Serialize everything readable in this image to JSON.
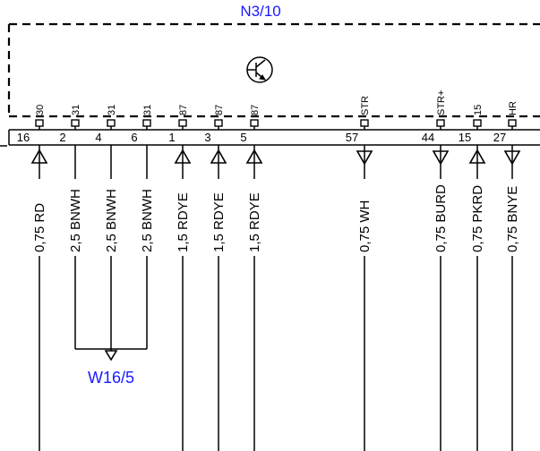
{
  "component": {
    "name": "N3/10"
  },
  "splice": {
    "name": "W16/5"
  },
  "pins": [
    {
      "id": "30",
      "num": "16",
      "wire": "0,75 RD",
      "dir": "up"
    },
    {
      "id": "31",
      "num": "2",
      "wire": "2,5 BNWH",
      "dir": "none"
    },
    {
      "id": "31",
      "num": "4",
      "wire": "2,5 BNWH",
      "dir": "none"
    },
    {
      "id": "31",
      "num": "6",
      "wire": "2,5 BNWH",
      "dir": "none"
    },
    {
      "id": "87",
      "num": "1",
      "wire": "1,5 RDYE",
      "dir": "up"
    },
    {
      "id": "87",
      "num": "3",
      "wire": "1,5 RDYE",
      "dir": "up"
    },
    {
      "id": "87",
      "num": "5",
      "wire": "1,5 RDYE",
      "dir": "up"
    },
    {
      "id": "STR",
      "num": "57",
      "wire": "0,75 WH",
      "dir": "down"
    },
    {
      "id": "STR+",
      "num": "44",
      "wire": "0,75 BURD",
      "dir": "down"
    },
    {
      "id": "15",
      "num": "15",
      "wire": "0,75 PKRD",
      "dir": "up"
    },
    {
      "id": "HR",
      "num": "27",
      "wire": "0,75 BNYE",
      "dir": "down"
    }
  ]
}
